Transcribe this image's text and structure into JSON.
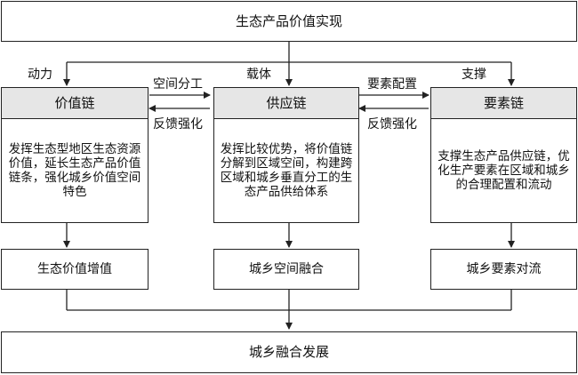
{
  "top": "生态产品价值实现",
  "bottom": "城乡融合发展",
  "flow_labels": {
    "left": "动力",
    "center": "载体",
    "right": "支撑"
  },
  "chains": [
    {
      "header": "价值链",
      "body": "发挥生态型地区生态资源价值，延长生态产品价值链条，强化城乡价值空间特色",
      "outcome": "生态价值增值"
    },
    {
      "header": "供应链",
      "body": "发挥比较优势，将价值链分解到区域空间，构建跨区域和城乡垂直分工的生态产品供给体系",
      "outcome": "城乡空间融合"
    },
    {
      "header": "要素链",
      "body": "支撑生态产品供应链，优化生产要素在区域和城乡的合理配置和流动",
      "outcome": "城乡要素对流"
    }
  ],
  "links": {
    "left_top": "空间分工",
    "left_bottom": "反馈强化",
    "right_top": "要素配置",
    "right_bottom": "反馈强化"
  }
}
